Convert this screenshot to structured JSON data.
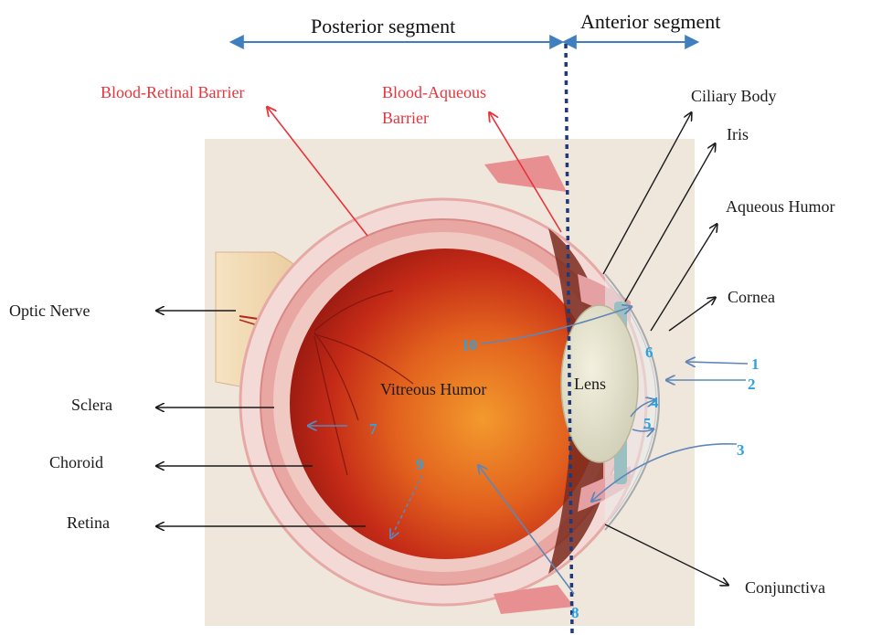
{
  "segments": {
    "posterior": "Posterior  segment",
    "anterior": "Anterior  segment"
  },
  "barriers": {
    "blood_retinal": "Blood-Retinal Barrier",
    "blood_aqueous_line1": "Blood-Aqueous",
    "blood_aqueous_line2": "Barrier"
  },
  "left_labels": {
    "optic_nerve": "Optic Nerve",
    "sclera": "Sclera",
    "choroid": "Choroid",
    "retina": "Retina"
  },
  "right_labels": {
    "ciliary_body": "Ciliary Body",
    "iris": "Iris",
    "aqueous_humor": "Aqueous Humor",
    "cornea": "Cornea",
    "conjunctiva": "Conjunctiva"
  },
  "inner_labels": {
    "vitreous_humor": "Vitreous Humor",
    "lens": "Lens"
  },
  "numbers": {
    "n1": "1",
    "n2": "2",
    "n3": "3",
    "n4": "4",
    "n5": "5",
    "n6": "6",
    "n7": "7",
    "n8": "8",
    "n9": "9",
    "n10": "10"
  },
  "colors": {
    "red_label": "#e8333a",
    "route_blue": "#2aa3e0",
    "segment_arrow": "#3f7fc0",
    "divider": "#1f3a7a",
    "eyeball_red": "#c1261a",
    "sclera_pink": "#e9a7a4",
    "background_beige": "#efe6dc"
  }
}
